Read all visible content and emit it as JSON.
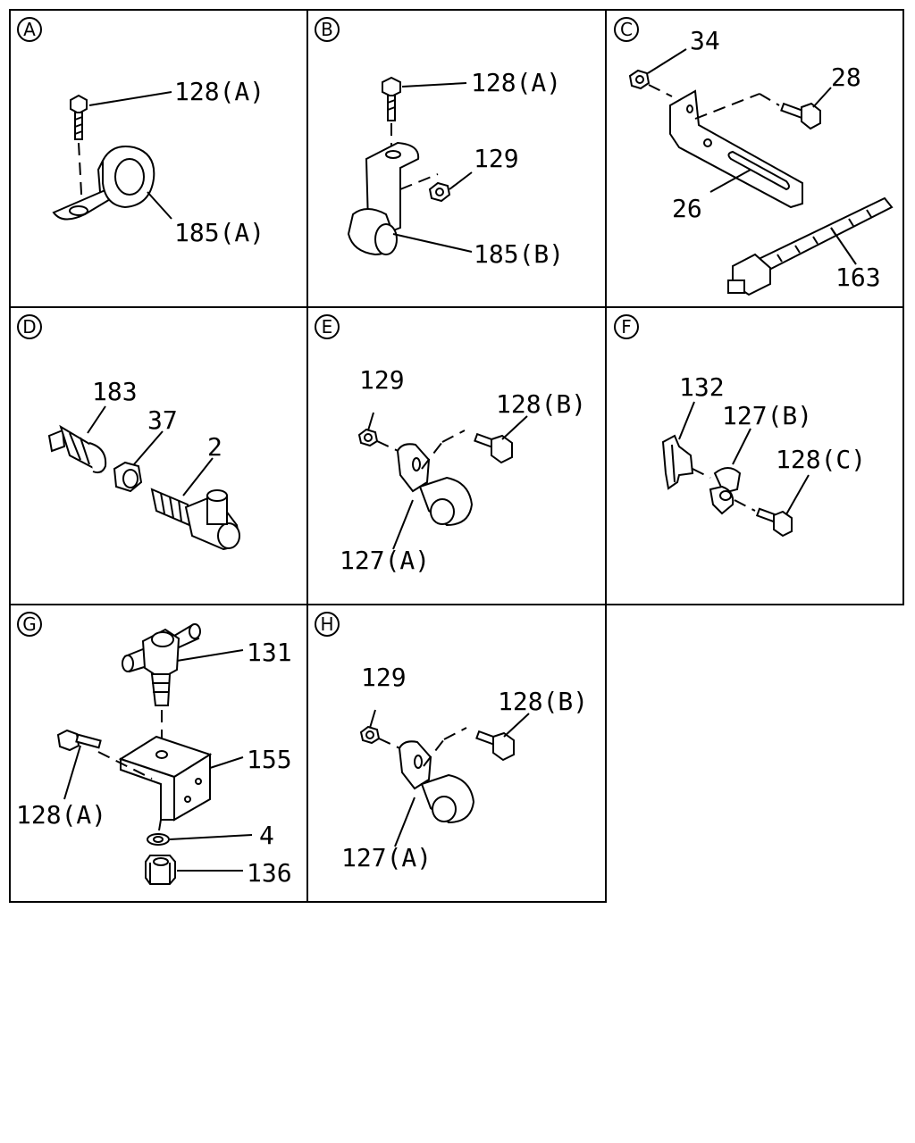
{
  "panels": [
    {
      "id": "A",
      "labels": [
        "128(A)",
        "185(A)"
      ]
    },
    {
      "id": "B",
      "labels": [
        "128(A)",
        "129",
        "185(B)"
      ]
    },
    {
      "id": "C",
      "labels": [
        "34",
        "28",
        "26",
        "163"
      ]
    },
    {
      "id": "D",
      "labels": [
        "183",
        "37",
        "2"
      ]
    },
    {
      "id": "E",
      "labels": [
        "129",
        "128(B)",
        "127(A)"
      ]
    },
    {
      "id": "F",
      "labels": [
        "132",
        "127(B)",
        "128(C)"
      ]
    },
    {
      "id": "G",
      "labels": [
        "131",
        "155",
        "128(A)",
        "4",
        "136"
      ]
    },
    {
      "id": "H",
      "labels": [
        "129",
        "128(B)",
        "127(A)"
      ]
    }
  ]
}
